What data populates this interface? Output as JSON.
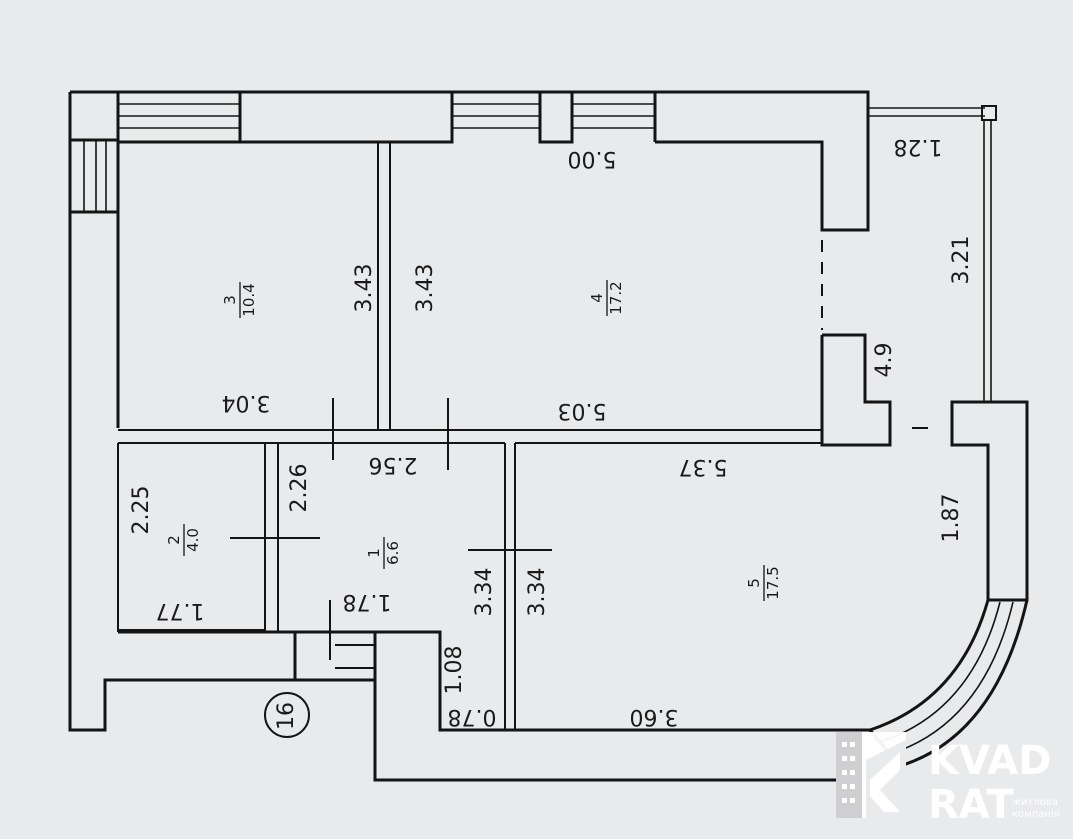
{
  "plan": {
    "marker": "16",
    "rooms": [
      {
        "number": "1",
        "area": "6.6"
      },
      {
        "number": "2",
        "area": "4.0"
      },
      {
        "number": "3",
        "area": "10.4"
      },
      {
        "number": "4",
        "area": "17.2"
      },
      {
        "number": "5",
        "area": "17.5"
      }
    ],
    "dimensions": {
      "r4_top": "5.00",
      "balcony_top": "1.28",
      "balcony_side": "3.21",
      "r3_right": "3.43",
      "r4_left": "3.43",
      "niche": "4.9",
      "r3_bottom": "3.04",
      "r4_bottom": "5.03",
      "r5_top": "5.37",
      "corridor_top": "2.56",
      "corridor_left": "2.26",
      "r2_left": "2.25",
      "r2_bottom": "1.77",
      "corridor_bottom": "1.78",
      "corridor_right": "3.34",
      "r5_left": "3.34",
      "bay_side": "1.87",
      "entry_side": "1.08",
      "entry_bottom": "0.78",
      "r5_bottom": "3.60"
    }
  },
  "logo": {
    "line1": "KVAD",
    "line2": "RAT",
    "tagline_1": "житлова",
    "tagline_2": "компанія",
    "color": "#ffffff"
  }
}
